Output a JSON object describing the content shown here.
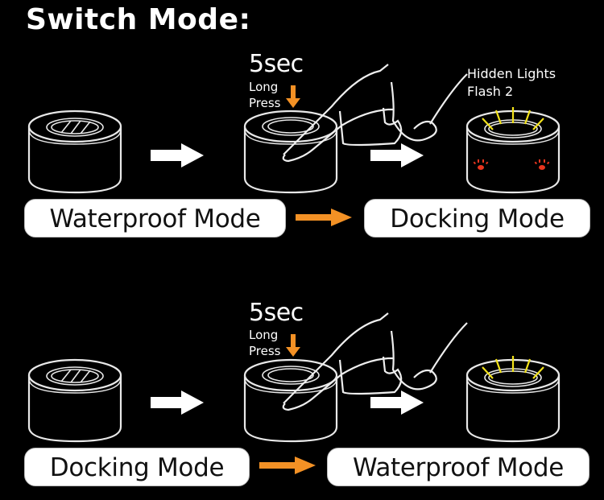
{
  "title": "Switch Mode:",
  "colors": {
    "background": "#000000",
    "stroke": "#ffffff",
    "accent_arrow": "#f39125",
    "flash_lines": "#f2e21a",
    "hidden_lights": "#e8351e"
  },
  "rows": [
    {
      "press_duration": "5sec",
      "press_label_line1": "Long",
      "press_label_line2": "Press",
      "result_note_line1": "Hidden Lights",
      "result_note_line2": "Flash 2",
      "from_mode": "Waterproof Mode",
      "to_mode": "Docking Mode"
    },
    {
      "press_duration": "5sec",
      "press_label_line1": "Long",
      "press_label_line2": "Press",
      "from_mode": "Docking Mode",
      "to_mode": "Waterproof Mode"
    }
  ]
}
